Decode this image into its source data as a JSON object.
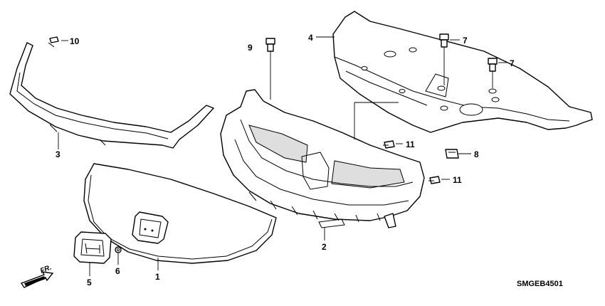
{
  "diagram": {
    "code": "SMGEB4501",
    "direction_label": "FR.",
    "callouts": [
      {
        "id": "c1",
        "text": "1"
      },
      {
        "id": "c2",
        "text": "2"
      },
      {
        "id": "c3",
        "text": "3"
      },
      {
        "id": "c4",
        "text": "4"
      },
      {
        "id": "c5",
        "text": "5"
      },
      {
        "id": "c6",
        "text": "6"
      },
      {
        "id": "c7a",
        "text": "7"
      },
      {
        "id": "c7b",
        "text": "7"
      },
      {
        "id": "c8",
        "text": "8"
      },
      {
        "id": "c9",
        "text": "9"
      },
      {
        "id": "c10",
        "text": "10"
      },
      {
        "id": "c11a",
        "text": "11"
      },
      {
        "id": "c11b",
        "text": "11"
      }
    ]
  }
}
